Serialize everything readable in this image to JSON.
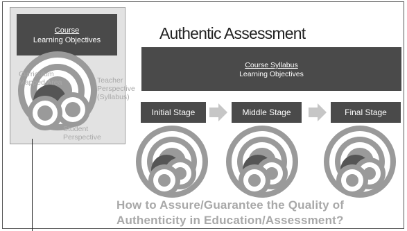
{
  "title": "Authentic Assessment",
  "left_panel": {
    "course_label": "Course",
    "objectives_label": "Learning Objectives",
    "curriculum_label_line1": "Curriculum",
    "curriculum_label_line2": "Mapped Area",
    "teacher_label_line1": "Teacher",
    "teacher_label_line2": "Perspective",
    "teacher_label_line3": "(Syllabus)",
    "student_label_line1": "Student",
    "student_label_line2": "Perspective"
  },
  "syllabus_box": {
    "line1": "Course Syllabus",
    "line2": "Learning Objectives"
  },
  "stages": [
    "Initial Stage",
    "Middle Stage",
    "Final Stage"
  ],
  "question_line1": "How to Assure/Guarantee the Quality of",
  "question_line2": "Authenticity in Education/Assessment?",
  "colors": {
    "dark_box": "#4a4a4a",
    "ring_grey": "#9a9a9a",
    "ring_dark": "#555555",
    "label_grey": "#a9a9a9"
  }
}
